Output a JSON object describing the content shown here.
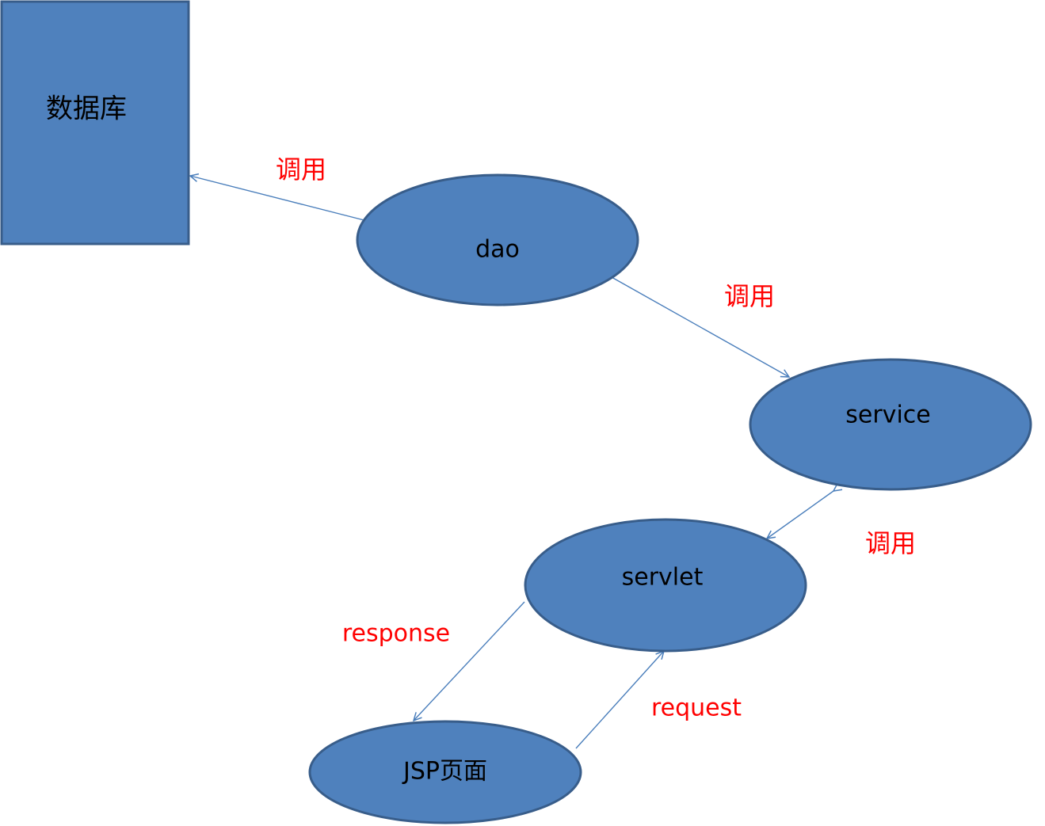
{
  "nodes": {
    "database": "数据库",
    "dao": "dao",
    "service": "service",
    "servlet": "servlet",
    "jsp": "JSP页面"
  },
  "edges": {
    "dao_to_database": "调用",
    "dao_service": "调用",
    "service_servlet": "调用",
    "servlet_to_jsp": "response",
    "jsp_to_servlet": "request"
  },
  "colors": {
    "node_fill": "#4f81bd",
    "node_stroke": "#385d8a",
    "connector": "#4a7ebb",
    "edge_label": "#ff0000",
    "node_text": "#000000"
  }
}
